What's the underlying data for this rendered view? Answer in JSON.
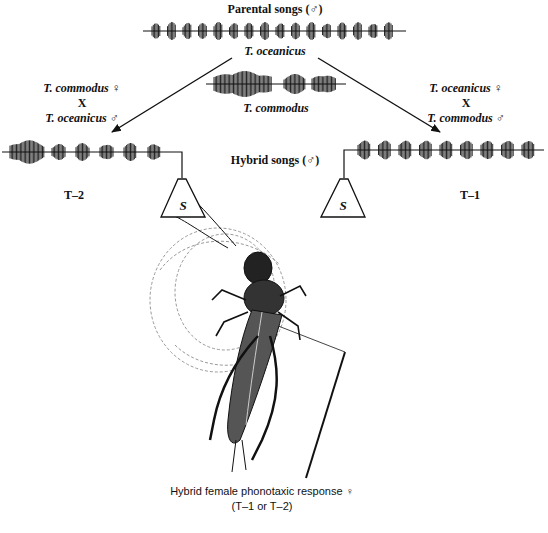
{
  "diagram": {
    "title": "Parental songs (♂)",
    "caption": "Hybrid female phonotaxic response ♀ (T–1 or T–2)",
    "nodes": [
      {
        "text": [
          "S"
        ]
      },
      {
        "text": [
          "S"
        ]
      }
    ],
    "labels": [
      "T. oceanicus",
      "T. commodus",
      "T. commodus ♀",
      "X",
      "T. oceanicus ♂",
      "T. oceanicus ♀",
      "X",
      "T. commodus ♂",
      "Hybrid songs (♂)",
      "T–2",
      "T–1"
    ]
  }
}
